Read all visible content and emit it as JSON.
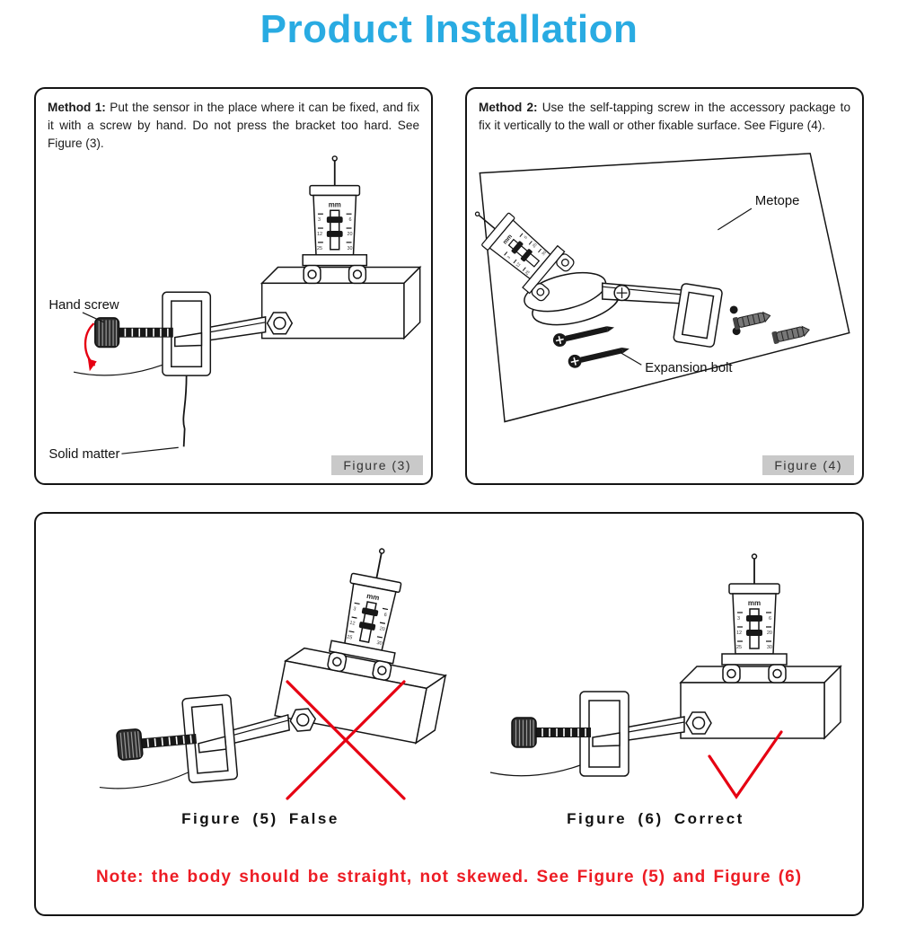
{
  "page": {
    "title": "Product Installation"
  },
  "colors": {
    "title": "#29ABE2",
    "note": "#ED1C24",
    "marks": "#E60012",
    "figure_tag_bg": "#C9C9C9"
  },
  "method1": {
    "heading": "Method 1:",
    "body": "Put the sensor in the place where it can be fixed, and fix it with a screw by hand. Do not press the bracket too hard. See Figure (3).",
    "hand_screw_label": "Hand screw",
    "solid_matter_label": "Solid matter",
    "figure_tag": "Figure (3)"
  },
  "method2": {
    "heading": "Method 2:",
    "body": "Use the self-tapping screw in the accessory package to fix it vertically to the wall or other fixable surface. See Figure (4).",
    "metope_label": "Metope",
    "expansion_bolt_label": "Expansion bolt",
    "figure_tag": "Figure (4)"
  },
  "comparison": {
    "false_caption": "Figure (5) False",
    "correct_caption": "Figure (6) Correct",
    "note": "Note: the body should be straight, not skewed. See Figure (5) and Figure (6)"
  },
  "gauge": {
    "unit": "mm",
    "ticks_left": [
      "3",
      "12",
      "25"
    ],
    "ticks_right": [
      "6",
      "20",
      "30"
    ]
  }
}
